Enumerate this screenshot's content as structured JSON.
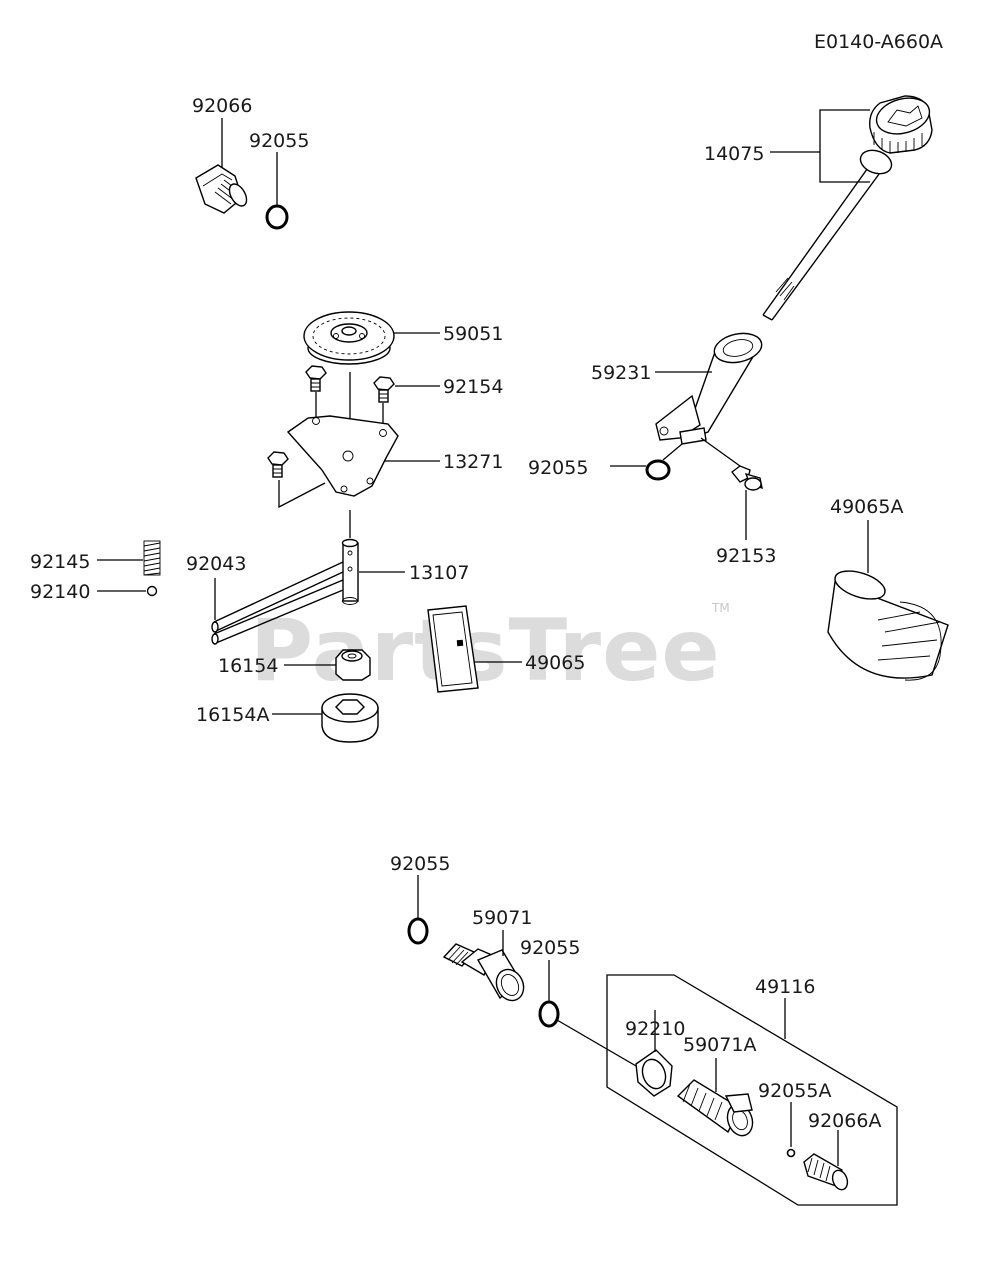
{
  "diagram_code": "E0140-A660A",
  "watermark": "PartsTree",
  "trademark": "TM",
  "labels": {
    "p92066": "92066",
    "p92055_top": "92055",
    "p14075": "14075",
    "p59051": "59051",
    "p92154": "92154",
    "p59231": "59231",
    "p13271": "13271",
    "p92055_mid": "92055",
    "p92153": "92153",
    "p49065A": "49065A",
    "p92145": "92145",
    "p92043": "92043",
    "p13107": "13107",
    "p92140": "92140",
    "p16154": "16154",
    "p49065": "49065",
    "p16154A": "16154A",
    "p92055_bot1": "92055",
    "p59071": "59071",
    "p92055_bot2": "92055",
    "p49116": "49116",
    "p92210": "92210",
    "p59071A": "59071A",
    "p92055A": "92055A",
    "p92066A": "92066A"
  }
}
